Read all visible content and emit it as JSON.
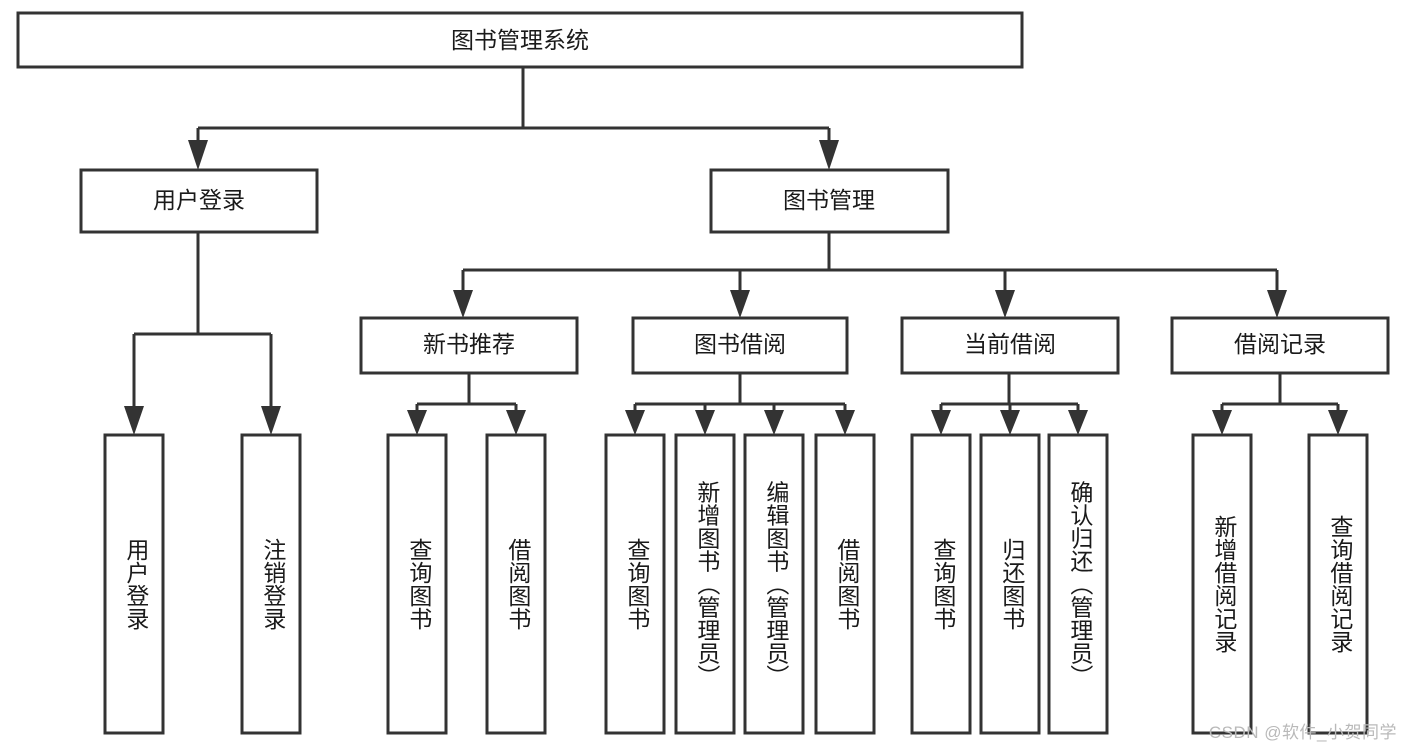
{
  "diagram": {
    "type": "tree-hierarchy",
    "title": "图书管理系统",
    "watermark": "CSDN @软件_小贺同学",
    "colors": {
      "box_stroke": "#333333",
      "box_fill": "#ffffff",
      "connector": "#333333",
      "text": "#1a1a1a",
      "watermark": "#b9b9b9",
      "background": "#ffffff"
    },
    "levels": {
      "root": {
        "label": "图书管理系统"
      },
      "level2": [
        {
          "label": "用户登录"
        },
        {
          "label": "图书管理"
        }
      ],
      "level3": [
        {
          "label": "新书推荐"
        },
        {
          "label": "图书借阅"
        },
        {
          "label": "当前借阅"
        },
        {
          "label": "借阅记录"
        }
      ],
      "leaves": [
        {
          "label": "用户登录",
          "parent": "用户登录"
        },
        {
          "label": "注销登录",
          "parent": "用户登录"
        },
        {
          "label": "查询图书",
          "parent": "新书推荐"
        },
        {
          "label": "借阅图书",
          "parent": "新书推荐"
        },
        {
          "label": "查询图书",
          "parent": "图书借阅"
        },
        {
          "label": "新增图书（管理员）",
          "parent": "图书借阅"
        },
        {
          "label": "编辑图书（管理员）",
          "parent": "图书借阅"
        },
        {
          "label": "借阅图书",
          "parent": "图书借阅"
        },
        {
          "label": "查询图书",
          "parent": "当前借阅"
        },
        {
          "label": "归还图书",
          "parent": "当前借阅"
        },
        {
          "label": "确认归还（管理员）",
          "parent": "当前借阅"
        },
        {
          "label": "新增借阅记录",
          "parent": "借阅记录"
        },
        {
          "label": "查询借阅记录",
          "parent": "借阅记录"
        }
      ]
    }
  }
}
